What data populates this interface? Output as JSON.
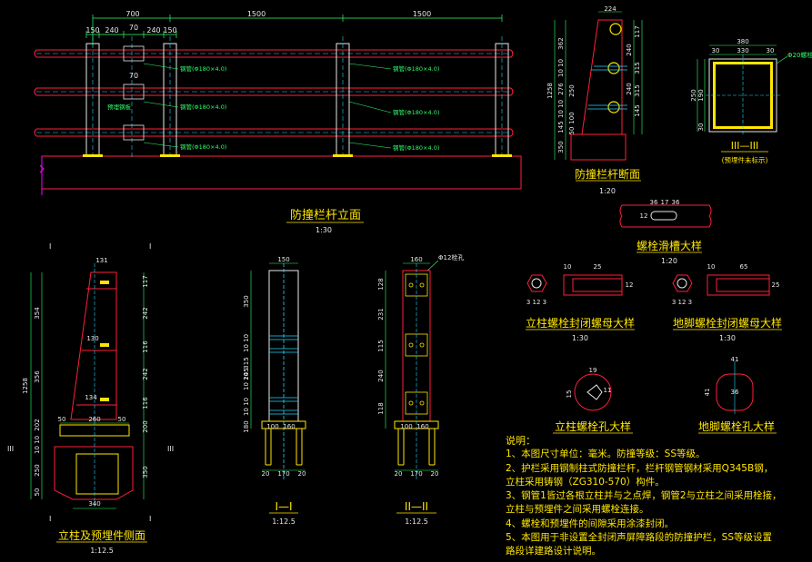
{
  "colors": {
    "background": "#000000",
    "outline": "#ff1f3a",
    "dimension": "#2fff6a",
    "text": "#ffe600",
    "centerline": "#22d7ff",
    "white": "#e8e8e8",
    "magenta": "#ff00ff"
  },
  "elevation": {
    "dim_top": [
      "700",
      "1500",
      "1500"
    ],
    "dim_sub": [
      "150",
      "240",
      "70",
      "240",
      "150"
    ],
    "label_70": "70",
    "rail_labels": [
      "钢管(Φ180×4.0)",
      "钢管(Φ180×4.0)",
      "钢管(Φ180×4.0)"
    ],
    "mid_labels": [
      "钢管(Φ180×4.0)",
      "钢管(Φ180×4.0)",
      "钢管(Φ180×4.0)"
    ],
    "aux_label": "预埋钢板",
    "title": "防撞栏杆立面",
    "scale": "1:30"
  },
  "section": {
    "top_dim": "224",
    "left_dims": [
      "1258",
      "362",
      "10 10",
      "276",
      "10 10",
      "145",
      "350"
    ],
    "left_dims2": [
      "250",
      "100",
      "50"
    ],
    "right_dims": [
      "117",
      "315",
      "315",
      "145"
    ],
    "right_dims2": [
      "240",
      "240"
    ],
    "title": "防撞栏杆断面",
    "scale": "1:20"
  },
  "detail3": {
    "dim_top": "380",
    "dim_sub": [
      "30",
      "330",
      "30"
    ],
    "left_dims": [
      "250",
      "190",
      "30"
    ],
    "bolt_label": "Φ20螺栓",
    "title": "III—III",
    "note": "(预埋件未标示)"
  },
  "slot": {
    "dims": [
      "36",
      "17",
      "36"
    ],
    "side": "12",
    "title": "螺栓滑槽大样",
    "scale": "1:20"
  },
  "nut1": {
    "dims": [
      "10",
      "25"
    ],
    "side": "12",
    "bottom": "3 12 3",
    "title": "立柱螺栓封闭螺母大样",
    "scale": "1:30"
  },
  "nut2": {
    "dims": [
      "10",
      "65"
    ],
    "side": "25",
    "bottom": "3 12 3",
    "title": "地脚螺栓封闭螺母大样",
    "scale": "1:30"
  },
  "hole1": {
    "dims": [
      "19",
      "15",
      "11"
    ],
    "title": "立柱螺栓孔大样"
  },
  "hole2": {
    "dims": [
      "41",
      "36",
      "41"
    ],
    "title": "地脚螺栓孔大样"
  },
  "side": {
    "dims_top": [
      "131",
      "130",
      "134"
    ],
    "left_dims": [
      "1258",
      "354",
      "356",
      "202",
      "10 10",
      "250",
      "50"
    ],
    "right_dims": [
      "117",
      "242",
      "116",
      "242",
      "116",
      "200",
      "350"
    ],
    "bottom_dims": [
      "260",
      "50",
      "50"
    ],
    "base_dim": "340",
    "markers": [
      "I",
      "I",
      "I",
      "I",
      "III",
      "III"
    ],
    "title": "立柱及预埋件侧面",
    "scale": "1:12.5"
  },
  "sec1": {
    "top_dim": "150",
    "left_dims": [
      "350",
      "10 10",
      "315",
      "10 10",
      "245",
      "10 10",
      "180"
    ],
    "bottom_dims": [
      "100",
      "160"
    ],
    "base_dims": [
      "20",
      "170",
      "20"
    ],
    "title": "I—I",
    "scale": "1:12.5"
  },
  "sec2": {
    "top_dim": "160",
    "label": "Φ12栓孔",
    "left_dims": [
      "128",
      "231",
      "115",
      "240",
      "118"
    ],
    "bottom_dims": [
      "100",
      "160"
    ],
    "base_dims": [
      "20",
      "170",
      "20"
    ],
    "title": "II—II",
    "scale": "1:12.5"
  },
  "notes": {
    "heading": "说明：",
    "lines": [
      "1、本图尺寸单位：毫米。防撞等级：SS等级。",
      "2、护栏采用钢制柱式防撞栏杆，栏杆钢管钢材采用Q345B钢，",
      "    立柱采用铸钢（ZG310-570）构件。",
      "3、钢管1皆过各根立柱并与之点焊，钢管2与立柱之间采用栓接，",
      "    立柱与预埋件之间采用螺栓连接。",
      "4、螺栓和预埋件的间隙采用涂漆封闭。",
      "5、本图用于非设置全封闭声屏障路段的防撞护栏，SS等级设置",
      "    路段详建路设计说明。"
    ]
  }
}
